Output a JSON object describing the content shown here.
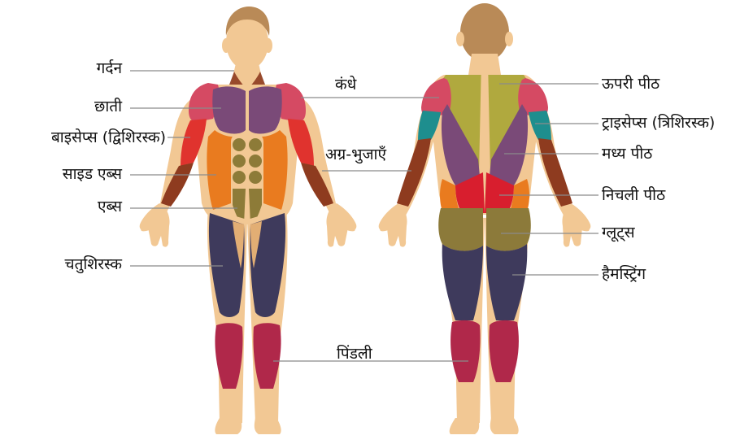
{
  "colors": {
    "skin": "#F2C894",
    "skin_shade": "#E2AE74",
    "hair": "#B98A57",
    "chest": "#7A4A78",
    "shoulder": "#D54A63",
    "biceps": "#E0332E",
    "forearm": "#8E3B1F",
    "obliques": "#E97B1F",
    "abs": "#8D7B38",
    "thigh": "#3E3A5C",
    "calf": "#B0284A",
    "upper_back": "#B0A93E",
    "triceps": "#1E8E8E",
    "lower_back": "#D81E2E",
    "glutes": "#8C7A3A",
    "line": "#8A8A8A"
  },
  "labels": {
    "neck": "गर्दन",
    "chest": "छाती",
    "biceps": "बाइसेप्स (द्विशिरस्क)",
    "side_abs": "साइड एब्स",
    "abs": "एब्स",
    "quads": "चतुशिरस्क",
    "shoulders": "कंधे",
    "forearms": "अग्र-भुजाएँ",
    "calves": "पिंडली",
    "upper_back": "ऊपरी पीठ",
    "triceps": "ट्राइसेप्स (त्रिशिरस्क)",
    "middle_back": "मध्य पीठ",
    "lower_back": "निचली पीठ",
    "glutes": "ग्लूट्स",
    "hamstrings": "हैमस्ट्रिंग"
  }
}
